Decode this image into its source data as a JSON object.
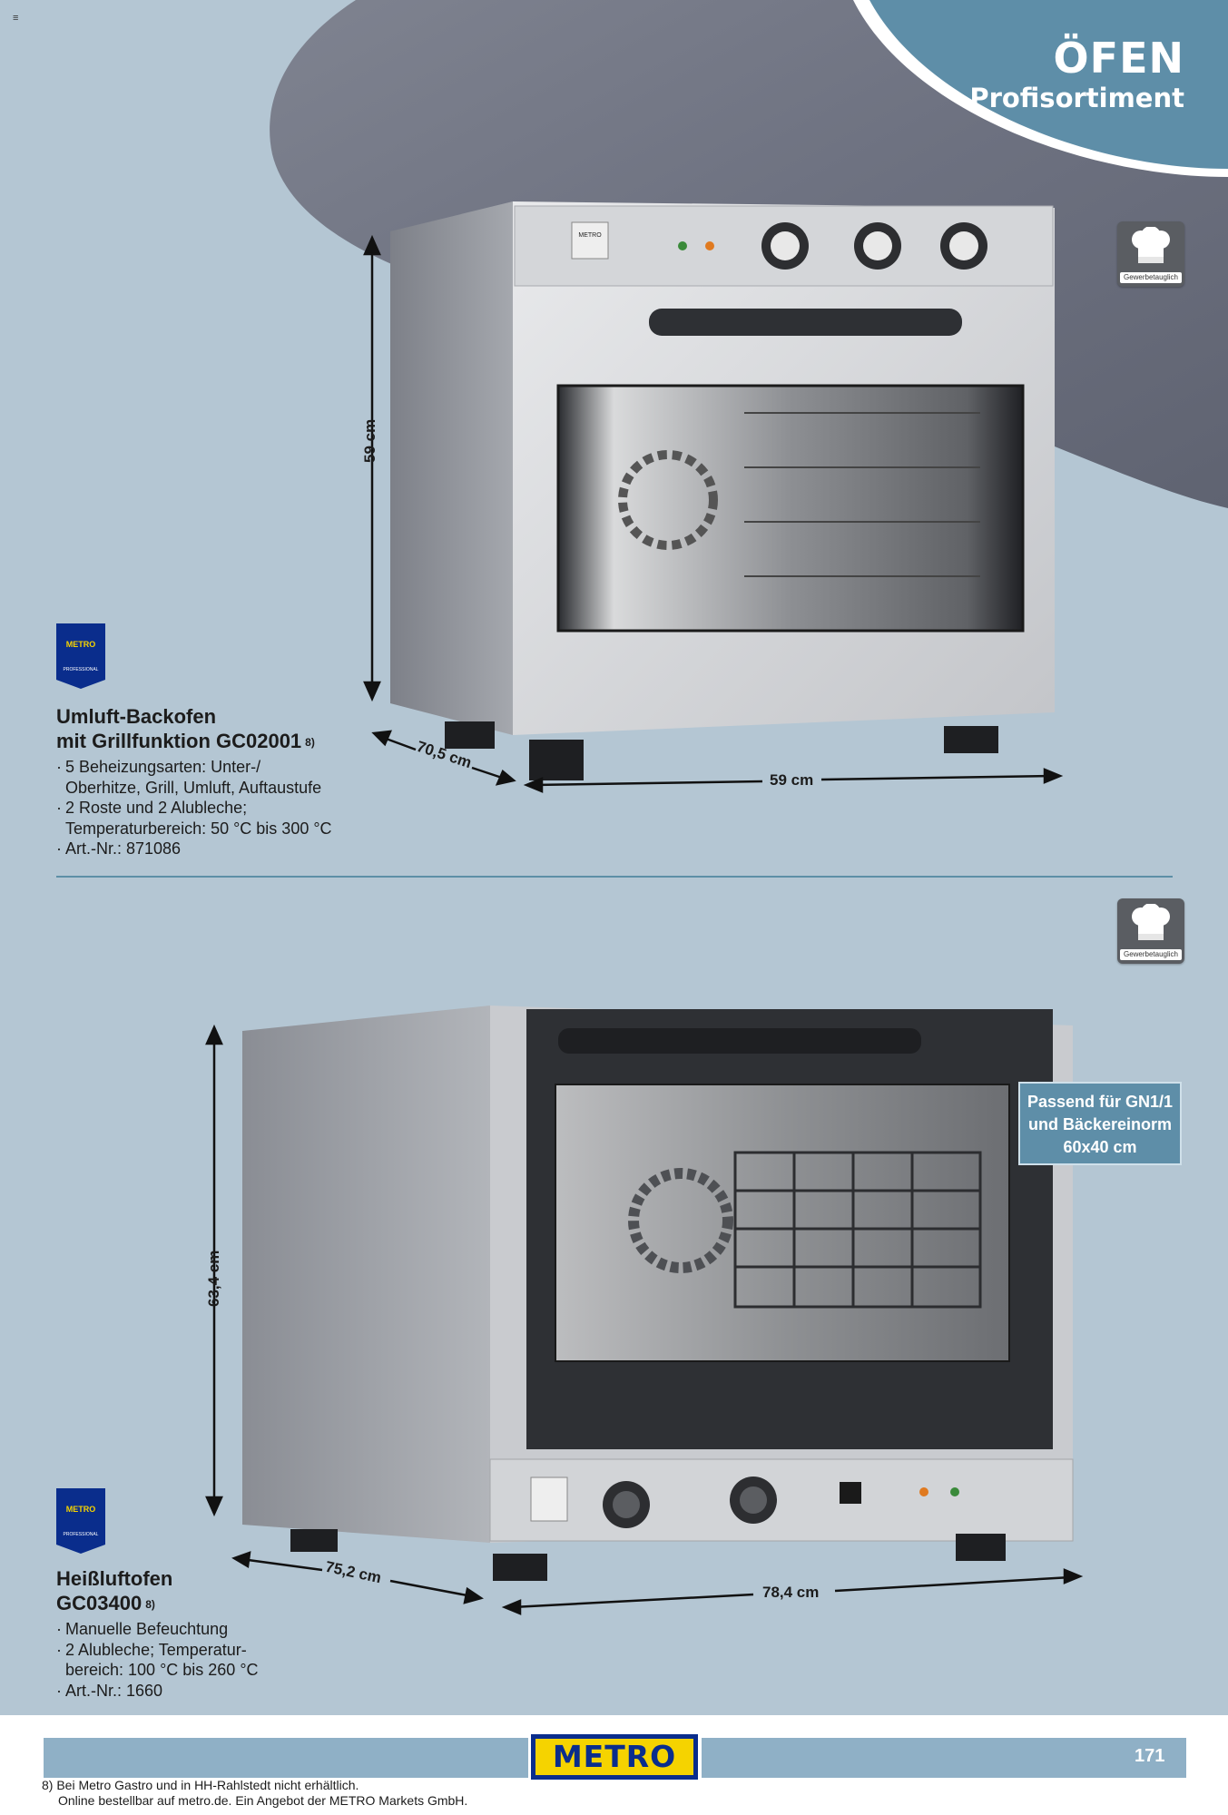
{
  "header": {
    "title": "ÖFEN",
    "subtitle": "Profisortiment",
    "menu_glyph": "≡"
  },
  "badges": {
    "gewerbe_label": "Gewerbetauglich",
    "icon": "chef-hat-icon"
  },
  "metro_professional": {
    "brand": "METRO",
    "line": "PROFESSIONAL"
  },
  "product1": {
    "title_line1": "Umluft-Backofen",
    "title_line2": "mit Grillfunktion GC02001",
    "footnote_ref": "8)",
    "bullets": [
      "5 Beheizungsarten: Unter-/",
      "Oberhitze, Grill, Umluft, Auftaustufe",
      "2 Roste und 2 Alubleche;",
      "Temperaturbereich: 50 °C bis 300 °C",
      "Art.-Nr.: 871086"
    ],
    "dim_height": "59 cm",
    "dim_depth": "70,5 cm",
    "dim_width": "59 cm"
  },
  "product2": {
    "title_line1": "Heißluftofen",
    "title_line2": "GC03400",
    "footnote_ref": "8)",
    "bullets": [
      "Manuelle Befeuchtung",
      "2 Alubleche; Temperatur-",
      "bereich: 100 °C bis 260 °C",
      "Art.-Nr.: 1660"
    ],
    "dim_height": "63,4 cm",
    "dim_depth": "75,2 cm",
    "dim_width": "78,4 cm",
    "callout_line1": "Passend für GN1/1",
    "callout_line2": "und Bäckereinorm",
    "callout_line3": "60x40 cm"
  },
  "footer": {
    "logo": "METRO",
    "page_number": "171",
    "footnote_line1": "8) Bei Metro Gastro und in HH-Rahlstedt nicht erhältlich.",
    "footnote_line2": "Online bestellbar auf metro.de. Ein Angebot der METRO Markets GmbH."
  },
  "colors": {
    "background": "#b4c6d3",
    "teal_header": "#5e8ea8",
    "metro_blue": "#0a2d8c",
    "metro_yellow": "#f5d300"
  }
}
